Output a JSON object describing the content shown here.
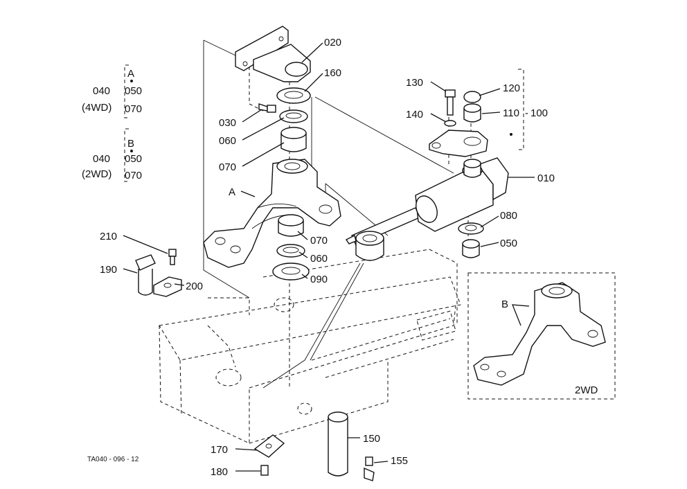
{
  "diagram_id": "TA040 - 096 - 12",
  "variant_groups": [
    {
      "letter": "A",
      "base": "040",
      "parts": [
        "050",
        "070"
      ],
      "note": "(4WD)"
    },
    {
      "letter": "B",
      "base": "040",
      "parts": [
        "050",
        "070"
      ],
      "note": "(2WD)"
    }
  ],
  "part_labels": {
    "p010": "010",
    "p020": "020",
    "p030": "030",
    "p050": "050",
    "p060a": "060",
    "p060b": "060",
    "p070a": "070",
    "p070b": "070",
    "p080": "080",
    "p090": "090",
    "p100": "100",
    "p110": "110",
    "p120": "120",
    "p130": "130",
    "p140": "140",
    "p150": "150",
    "p155": "155",
    "p160": "160",
    "p170": "170",
    "p180": "180",
    "p190": "190",
    "p200": "200",
    "p210": "210"
  },
  "callouts": {
    "a": "A",
    "b": "B"
  },
  "inset_label": "2WD"
}
